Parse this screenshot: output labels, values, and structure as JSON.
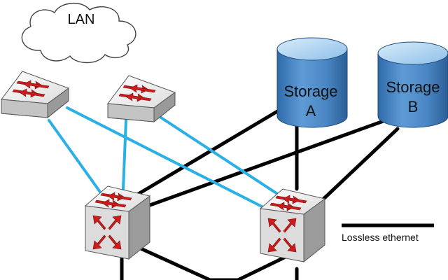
{
  "cloud": {
    "label": "LAN"
  },
  "storage": [
    {
      "line1": "Storage",
      "line2": "A"
    },
    {
      "line1": "Storage",
      "line2": "B"
    }
  ],
  "legend": {
    "label": "Lossless ethernet"
  },
  "colors": {
    "lan_link": "#2ab0e4",
    "lossless_link": "#000000",
    "storage_fill": "#4f8ac7",
    "storage_top": "#a9d0f0",
    "switch_face": "#efefef",
    "arrow_red": "#cc1c1c"
  },
  "icons": {
    "edge_switch": "switch-icon",
    "core_switch": "router-switch-icon",
    "storage": "database-cylinder-icon",
    "cloud": "cloud-icon"
  }
}
